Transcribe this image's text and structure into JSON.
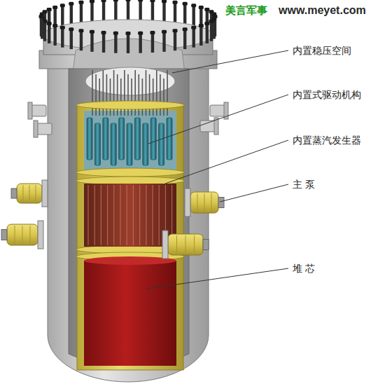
{
  "diagram": {
    "labels": [
      "内置稳压空间",
      "内置式驱动机构",
      "内置蒸汽发生器",
      "主 泵",
      "堆 芯",
      "美言军事",
      "www.meyet.com"
    ]
  }
}
